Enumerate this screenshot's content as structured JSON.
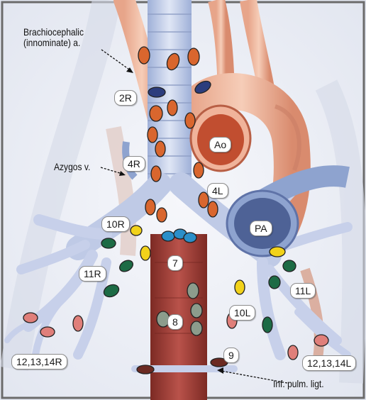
{
  "callouts": {
    "brachiocephalic": "Brachiocephalic\n(innominate) a.",
    "azygos": "Azygos v.",
    "inf_pulm_ligt": "Inf. pulm. ligt."
  },
  "vessel_labels": {
    "aorta": "Ao",
    "pulmonary_artery": "PA"
  },
  "station_labels": {
    "s2R": "2R",
    "s4R": "4R",
    "s4L": "4L",
    "s10R": "10R",
    "s11R": "11R",
    "s7": "7",
    "s8": "8",
    "s9": "9",
    "s10L": "10L",
    "s11L": "11L",
    "s12R": "12,13,14R",
    "s12L": "12,13,14L"
  },
  "node_colors": {
    "orange": "#d9662e",
    "blue": "#2c3d7d",
    "yellow": "#f2d21a",
    "green": "#1d6b45",
    "pink": "#e07f7a",
    "gray": "#8c9c8c",
    "maroon": "#6b2a22",
    "teal": "#2b8fc9"
  },
  "structure_colors": {
    "trachea": "#c9d3ea",
    "esophagus": "#a8413a",
    "aorta": "#e8a07f",
    "pulmonary_artery": "#8ea3cf",
    "background": "#eef0f6"
  }
}
